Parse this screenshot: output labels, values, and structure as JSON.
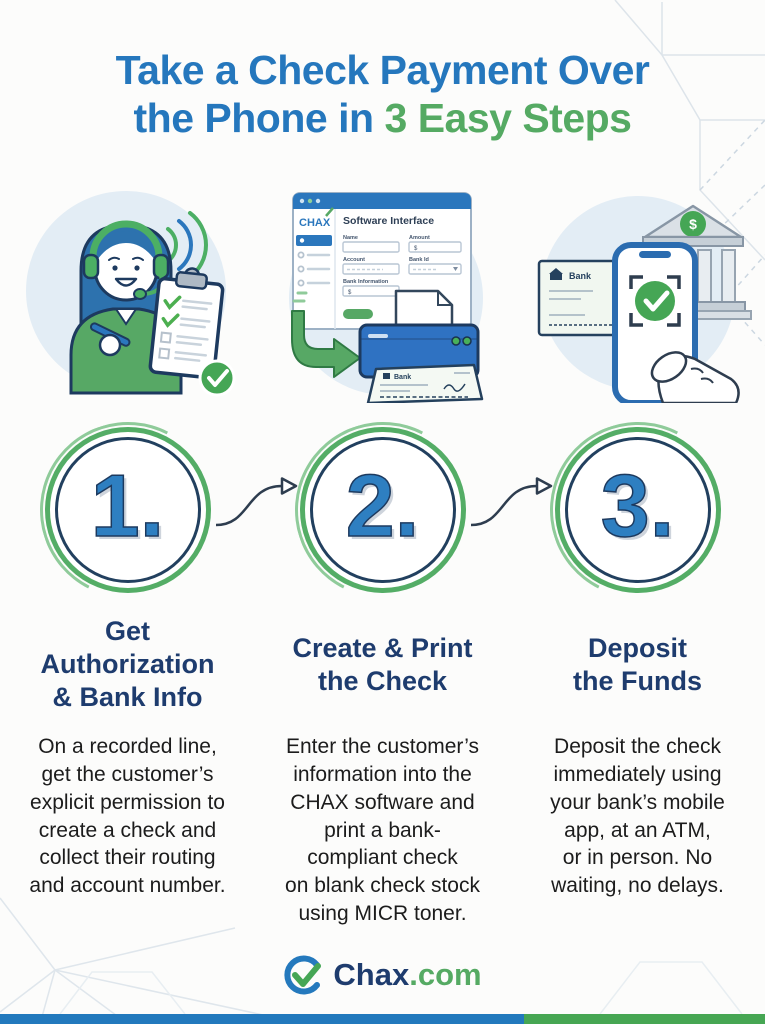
{
  "title": {
    "line1": "Take a Check Payment Over",
    "line2_blue": "the Phone in",
    "line2_green": "3 Easy Steps"
  },
  "colors": {
    "title_blue": "#2577bd",
    "accent_green": "#55aa63",
    "heading_navy": "#1e3c6e",
    "number_blue": "#2e7fc1",
    "illustration_circle_bg": "#e3edf5",
    "bottom_bar_blue": "#2279bd",
    "bottom_bar_green": "#46a653"
  },
  "steps": [
    {
      "number": "1.",
      "illustration": "support-agent-with-clipboard",
      "heading": "Get\nAuthorization\n& Bank Info",
      "body": "On a recorded line,\nget the customer’s\nexplicit permission to\ncreate a check and\ncollect their routing\nand account number."
    },
    {
      "number": "2.",
      "illustration": "chax-software-and-printer",
      "heading": "Create & Print\nthe Check",
      "body": "Enter the customer’s\ninformation into the\nCHAX software and\nprint a bank-\ncompliant check\non blank check stock\nusing MICR toner."
    },
    {
      "number": "3.",
      "illustration": "mobile-deposit-at-bank",
      "heading": "Deposit\nthe Funds",
      "body": "Deposit the check\nimmediately using\nyour bank’s mobile\napp, at an ATM,\nor in person. No\nwaiting, no delays."
    }
  ],
  "software_window": {
    "logo": "CHAX",
    "title": "Software Interface",
    "fields": {
      "name": "Name",
      "amount": "Amount",
      "account": "Account",
      "bank_id": "Bank Id",
      "bank_information": "Bank Information"
    },
    "currency_symbol": "$"
  },
  "printed_check": {
    "bank_label": "Bank"
  },
  "deposit_check": {
    "bank_label": "Bank"
  },
  "bank_building": {
    "dollar_sign": "$"
  },
  "footer": {
    "brand": "Chax",
    "domain": ".com"
  }
}
